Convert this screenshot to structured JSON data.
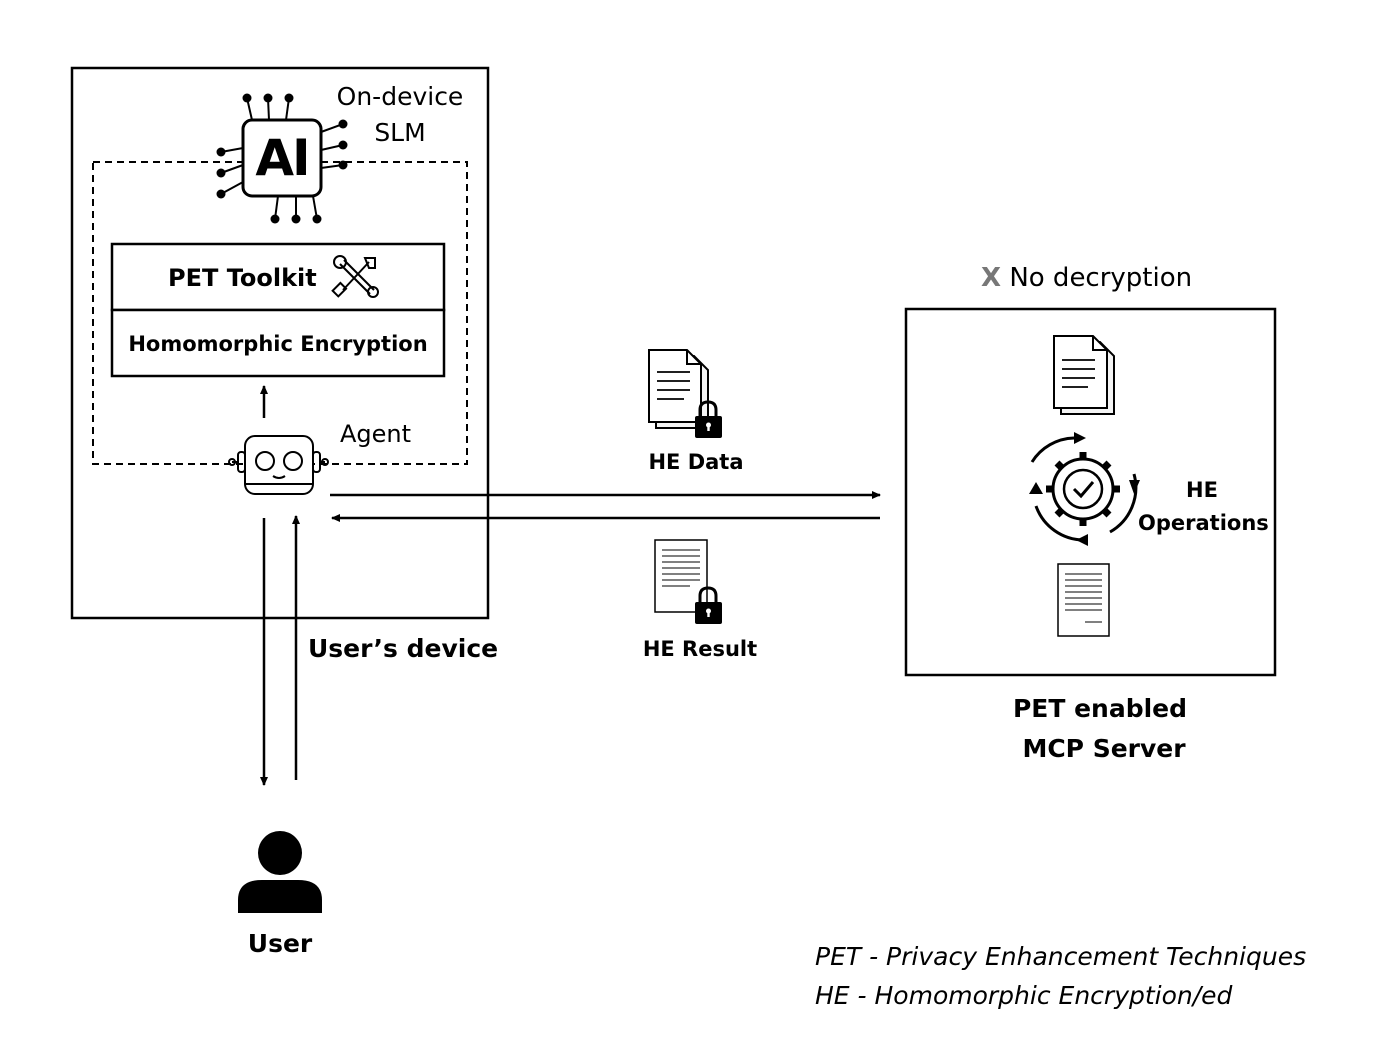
{
  "device": {
    "ai_chip_text": "AI",
    "slm_label_line1": "On-device",
    "slm_label_line2": "SLM",
    "pet_toolkit_label": "PET Toolkit",
    "he_label": "Homomorphic Encryption",
    "agent_label": "Agent",
    "device_label": "User’s device"
  },
  "user": {
    "label": "User"
  },
  "transfer": {
    "he_data_label": "HE Data",
    "he_result_label": "HE Result"
  },
  "server": {
    "no_decryption_mark": "X",
    "no_decryption_text": "No decryption",
    "operations_line1": "HE",
    "operations_line2": "Operations",
    "name_line1": "PET enabled",
    "name_line2": "MCP Server"
  },
  "legend": {
    "line1": "PET - Privacy Enhancement Techniques",
    "line2": "HE - Homomorphic Encryption/ed"
  },
  "colors": {
    "stroke": "#000000",
    "x_mark": "#777777",
    "paper": "#f4f4f4"
  }
}
